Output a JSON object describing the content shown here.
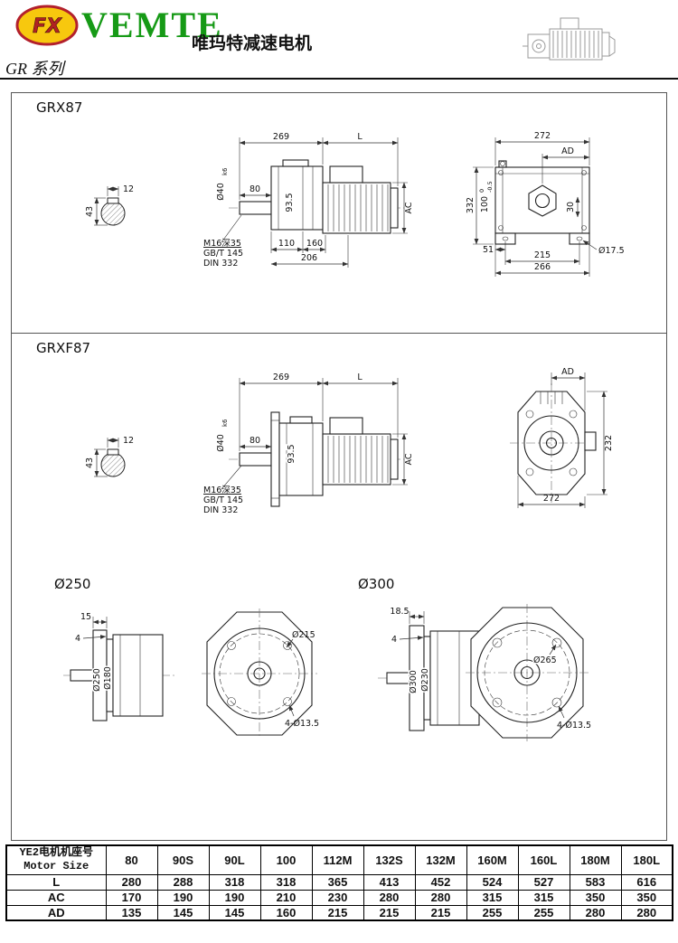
{
  "header": {
    "logo": "FX",
    "brand": "VEMTE",
    "brand_color": "#169a16",
    "tagline": "唯玛特减速电机",
    "series": "GR 系列"
  },
  "grx87": {
    "title": "GRX87",
    "side": {
      "len1": "269",
      "len2": "L",
      "shaft_len": "80",
      "shaft_dia": "Ø40",
      "shaft_tol": "k6",
      "h935": "93.5",
      "foot1": "110",
      "foot2": "160",
      "foot_total": "206",
      "ac": "AC",
      "key_w": "12",
      "key_h": "43",
      "note_thread": "M16深35",
      "note_std1": "GB/T 145",
      "note_std2": "DIN 332"
    },
    "front": {
      "w272": "272",
      "ad": "AD",
      "h332": "332",
      "c100": "100",
      "tol_up": "0",
      "tol_dn": "-0.5",
      "d30": "30",
      "d51": "51",
      "b215": "215",
      "b266": "266",
      "hole": "Ø17.5"
    }
  },
  "grxf87": {
    "title": "GRXF87",
    "side": {
      "len1": "269",
      "len2": "L",
      "shaft_len": "80",
      "shaft_dia": "Ø40",
      "shaft_tol": "k6",
      "h935": "93.5",
      "ac": "AC",
      "key_w": "12",
      "key_h": "43",
      "note_thread": "M16深35",
      "note_std1": "GB/T 145",
      "note_std2": "DIN 332"
    },
    "front": {
      "ad": "AD",
      "h232": "232",
      "w272": "272"
    }
  },
  "flange250": {
    "title": "Ø250",
    "thick": "15",
    "step": "4",
    "od": "Ø250",
    "spigot": "Ø180",
    "bolt_circle": "Ø215",
    "holes": "4-Ø13.5"
  },
  "flange300": {
    "title": "Ø300",
    "thick": "18.5",
    "step": "4",
    "od": "Ø300",
    "spigot": "Ø230",
    "bolt_circle": "Ø265",
    "holes": "4-Ø13.5"
  },
  "table": {
    "header_cn": "YE2电机机座号",
    "header_en": "Motor Size",
    "columns": [
      "80",
      "90S",
      "90L",
      "100",
      "112M",
      "132S",
      "132M",
      "160M",
      "160L",
      "180M",
      "180L"
    ],
    "rows": [
      {
        "label": "L",
        "values": [
          "280",
          "288",
          "318",
          "318",
          "365",
          "413",
          "452",
          "524",
          "527",
          "583",
          "616"
        ]
      },
      {
        "label": "AC",
        "values": [
          "170",
          "190",
          "190",
          "210",
          "230",
          "280",
          "280",
          "315",
          "315",
          "350",
          "350"
        ]
      },
      {
        "label": "AD",
        "values": [
          "135",
          "145",
          "145",
          "160",
          "215",
          "215",
          "215",
          "255",
          "255",
          "280",
          "280"
        ]
      }
    ]
  }
}
